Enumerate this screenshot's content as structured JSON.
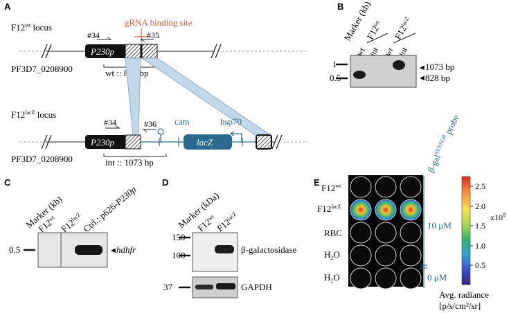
{
  "panels": {
    "a": "A",
    "b": "B",
    "c": "C",
    "d": "D",
    "e": "E"
  },
  "panel_a": {
    "wt_locus": {
      "base": "F12",
      "sup": "wt",
      "suffix": " locus"
    },
    "lacz_locus": {
      "base": "F12",
      "sup": "lacZ",
      "suffix": " locus"
    },
    "gene_id": "PF3D7_0208900",
    "promoter": "P230p",
    "primer_34": "#34",
    "primer_35": "#35",
    "primer_36": "#36",
    "grna_label": "gRNA binding site",
    "wt_product": "wt :: 828 bp",
    "int_product": "int :: 1073 bp",
    "cam": "cam",
    "lacz": "lacZ",
    "hsp70": "hsp70"
  },
  "panel_b": {
    "marker": "Marker (kb)",
    "lane_groups": [
      {
        "base": "F12",
        "sup": "wt"
      },
      {
        "base": "F12",
        "sup": "lacZ"
      }
    ],
    "lane_labels": [
      "wt",
      "int",
      "wt",
      "int"
    ],
    "marker_bands": [
      "1",
      "0.5"
    ],
    "size_1": "1073 bp",
    "size_2": "828 bp"
  },
  "panel_c": {
    "marker": "Marker (kb)",
    "lanes": [
      {
        "base": "F12",
        "sup": "wt"
      },
      {
        "base": "F12",
        "sup": "lacZ"
      },
      {
        "base": "Ctrl.: p626-",
        "sup": "",
        "italic": "P230p"
      }
    ],
    "marker_band": "0.5",
    "band_label": "hdhfr"
  },
  "panel_d": {
    "marker": "Marker (kDa)",
    "lanes": [
      {
        "base": "F12",
        "sup": "wt"
      },
      {
        "base": "F12",
        "sup": "lacZ"
      }
    ],
    "mw_top": [
      "150",
      "100"
    ],
    "mw_bottom": [
      "37"
    ],
    "protein_1": "β-galactosidase",
    "protein_2": "GAPDH"
  },
  "panel_e": {
    "rows": [
      {
        "base": "F12",
        "sup": "wt"
      },
      {
        "base": "F12",
        "sup": "lacZ"
      },
      {
        "base": "RBC",
        "sup": ""
      },
      {
        "base": "H",
        "sub": "2",
        "after": "O"
      },
      {
        "base": "H",
        "sub": "2",
        "after": "O"
      }
    ],
    "probe": {
      "pre": "β-gal",
      "sup": "SENSOR",
      "post": " probe"
    },
    "conc_1": "10 μM",
    "conc_2": "0 μM",
    "colorbar_ticks": [
      "2.5",
      "2.0",
      "1.5",
      "1.0",
      "0.5"
    ],
    "colorbar_unit": {
      "base": "x10",
      "sup": "8"
    },
    "radiance_label_1": "Avg. radiance",
    "radiance_label_2": "[p/s/cm²/sr]",
    "colorbar_colors": [
      "#d7301f",
      "#fc8d3b",
      "#fee34a",
      "#a6d854",
      "#33b36b",
      "#2fa7d6",
      "#3b52c7",
      "#3a1f8c"
    ]
  }
}
